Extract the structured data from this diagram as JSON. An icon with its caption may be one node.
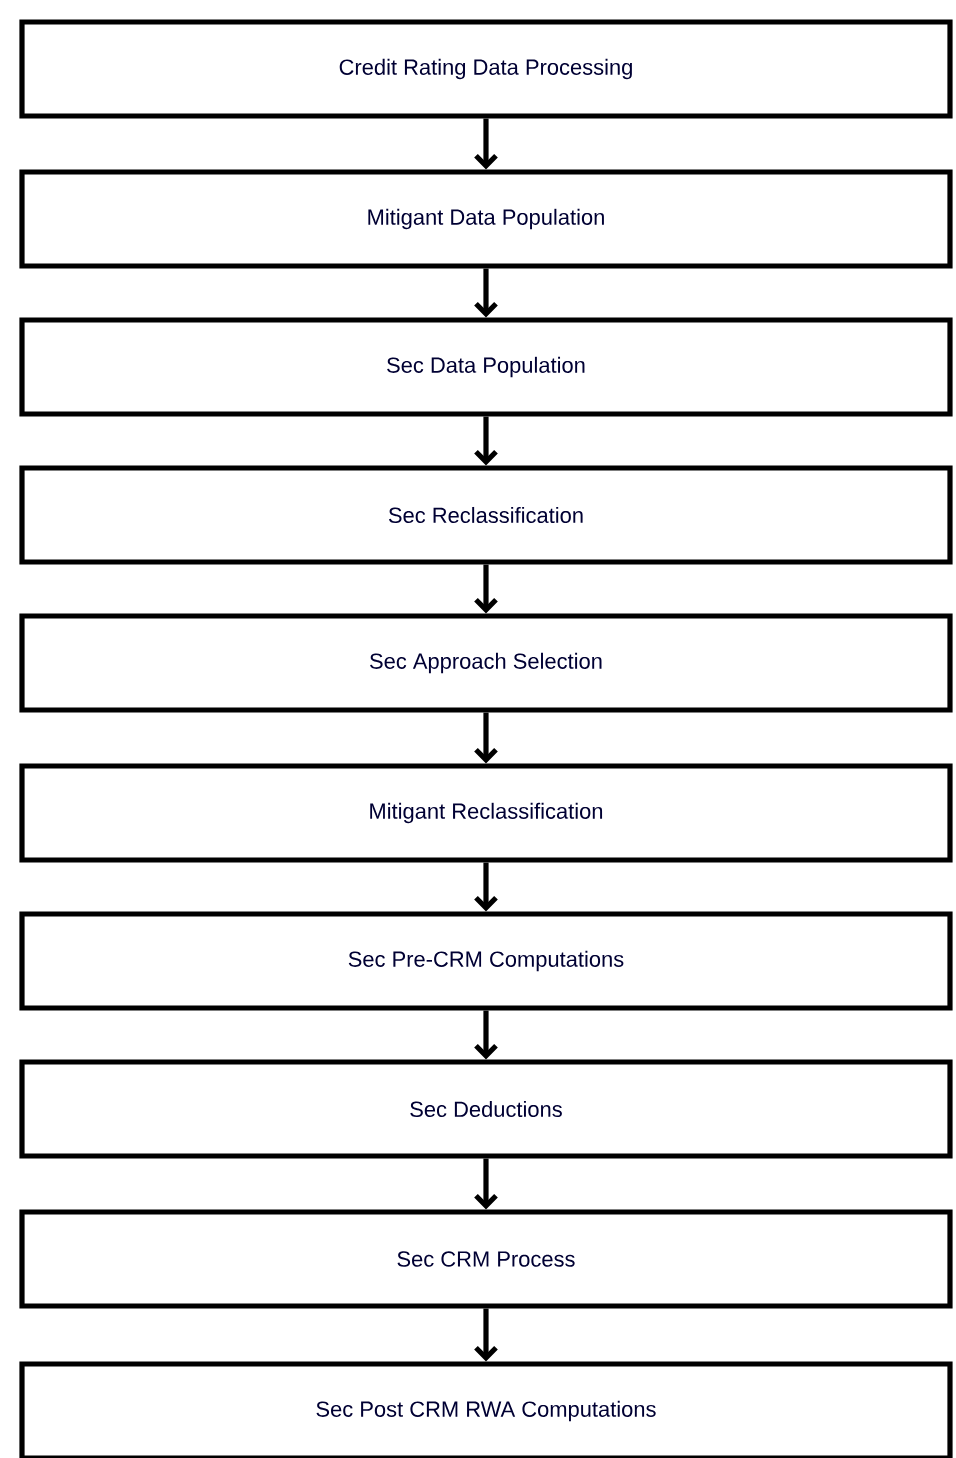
{
  "diagram": {
    "nodes": [
      {
        "text": [
          "Credit Rating Data Processing"
        ]
      },
      {
        "text": [
          "Mitigant Data Population"
        ]
      },
      {
        "text": [
          "Sec Data Population"
        ]
      },
      {
        "text": [
          "Sec Reclassification"
        ]
      },
      {
        "text": [
          "Sec Approach Selection"
        ]
      },
      {
        "text": [
          "Mitigant Reclassification"
        ]
      },
      {
        "text": [
          "Sec Pre-CRM Computations"
        ]
      },
      {
        "text": [
          "Sec Deductions"
        ]
      },
      {
        "text": [
          "Sec CRM Process"
        ]
      },
      {
        "text": [
          "Sec Post CRM RWA Computations"
        ]
      }
    ],
    "edges": [
      {
        "from": 0,
        "to": 1,
        "arrow": "to"
      },
      {
        "from": 1,
        "to": 2,
        "arrow": "to"
      },
      {
        "from": 2,
        "to": 3,
        "arrow": "to"
      },
      {
        "from": 3,
        "to": 4,
        "arrow": "to"
      },
      {
        "from": 4,
        "to": 5,
        "arrow": "to"
      },
      {
        "from": 5,
        "to": 6,
        "arrow": "to"
      },
      {
        "from": 6,
        "to": 7,
        "arrow": "to"
      },
      {
        "from": 7,
        "to": 8,
        "arrow": "to"
      },
      {
        "from": 8,
        "to": 9,
        "arrow": "to"
      }
    ]
  }
}
